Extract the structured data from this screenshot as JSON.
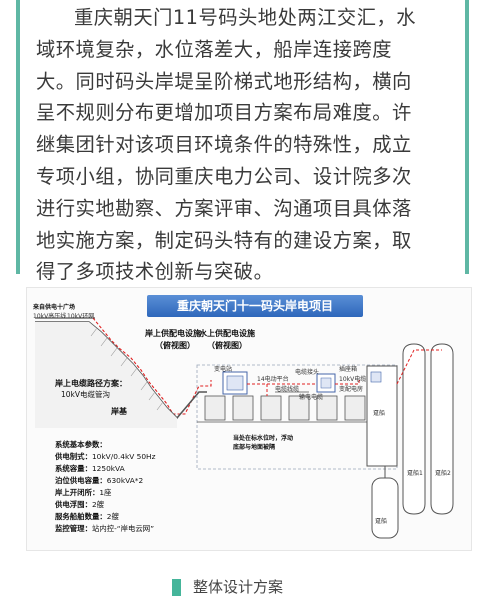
{
  "article": {
    "lines": [
      "重庆朝天门11号码头地处两江交汇，水",
      "域环境复杂，水位落差大，船岸连接跨度",
      "大。同时码头岸堤呈阶梯式地形结构，横向",
      "呈不规则分布更增加项目方案布局难度。许",
      "继集团针对该项目环境条件的特殊性，成立",
      "专项小组，协同重庆电力公司、设计院多次",
      "进行实地勘察、方案评审、沟通项目具体落",
      "地实施方案，制定码头特有的建设方案，取",
      "得了多项技术创新与突破。"
    ]
  },
  "figure": {
    "title": "重庆朝天门十一码头岸电项目",
    "source_label": "来自供电十广场",
    "source_voltage": "10kV高压线",
    "ring_label": "10kV环网",
    "shore_section_title": "岸上供配电设施",
    "shore_section_sub": "（俯视图）",
    "water_section_title": "水上供配电设施",
    "water_section_sub": "（俯视图）",
    "cable_path_label": "岸上电缆路径方案：",
    "cable_path_value": "10kV电缆管沟",
    "bank_label": "岸基",
    "pontoon1_label": "趸船1",
    "pontoon2_label": "趸船2",
    "dock_a": "趸船",
    "dock_b": "趸船",
    "small_labels": [
      "变电站",
      "14电动平台",
      "电缆线缆",
      "电缆接头",
      "输电电缆",
      "插座箱",
      "10kV电缆",
      "变配电房"
    ],
    "note": "当处在标水位时，浮动 底部与地面被隔",
    "params": {
      "heading": "系统基本参数：",
      "rows": [
        {
          "key": "供电制式：",
          "value": "10kV/0.4kV  50Hz"
        },
        {
          "key": "系统容量：",
          "value": "1250kVA"
        },
        {
          "key": "泊位供电容量：",
          "value": "630kVA*2"
        },
        {
          "key": "岸上开闭所：",
          "value": "1座"
        },
        {
          "key": "供电浮囤：",
          "value": "2艘"
        },
        {
          "key": "服务船舶数量：",
          "value": "2艘"
        },
        {
          "key": "监控管理：",
          "value": "站内控-“岸电云网”"
        }
      ]
    }
  },
  "caption": {
    "text": "整体设计方案"
  },
  "colors": {
    "accent": "#5fb7a4",
    "caption_mark": "#45b59a",
    "title_bg": "#3a74c6",
    "cable_red": "#e02020",
    "slope_gray": "#555555"
  }
}
